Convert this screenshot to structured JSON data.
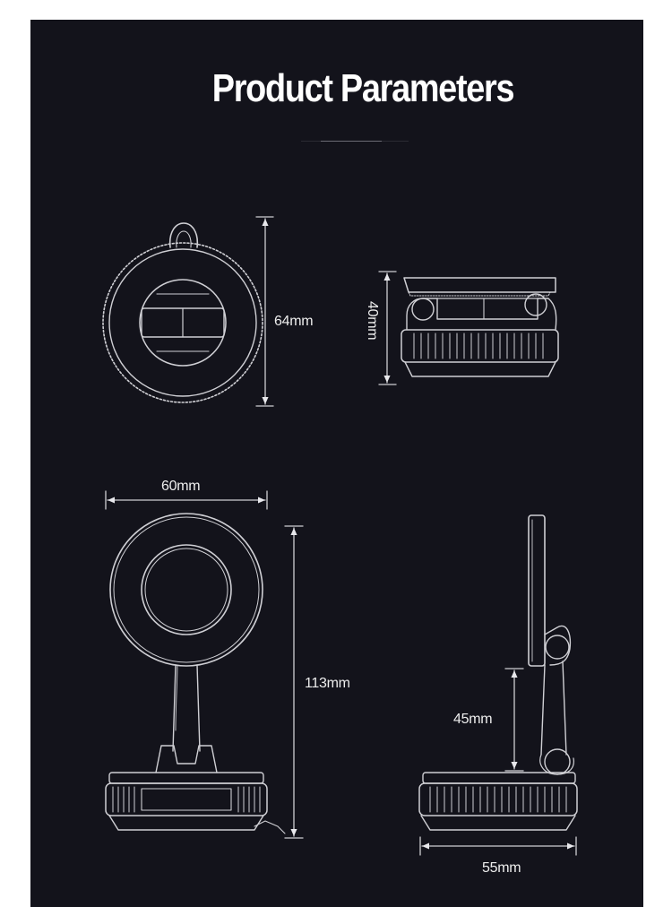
{
  "page": {
    "title": "Product Parameters",
    "colors": {
      "panel_bg": "#13131b",
      "line": "#cfcfd4",
      "text": "#ededed",
      "accent_rule": "#6b6b74"
    }
  },
  "dimensions": {
    "top_front_height": "64mm",
    "top_side_height": "40mm",
    "front_width": "60mm",
    "front_height": "113mm",
    "side_arm_height": "45mm",
    "side_base_width": "55mm"
  },
  "views": [
    {
      "name": "top-front-view",
      "icon": "ring-mount-front-icon"
    },
    {
      "name": "top-side-view",
      "icon": "ring-mount-side-icon"
    },
    {
      "name": "stand-front-view",
      "icon": "stand-front-icon"
    },
    {
      "name": "stand-side-view",
      "icon": "stand-side-icon"
    }
  ]
}
